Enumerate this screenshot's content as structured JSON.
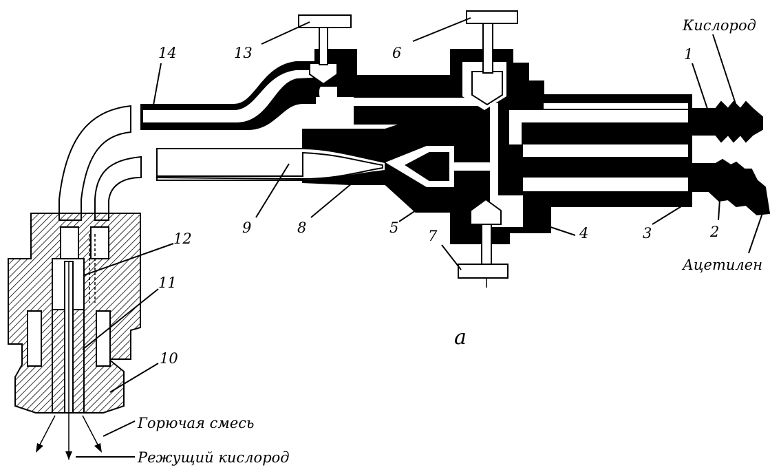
{
  "labels": {
    "n1": "1",
    "n2": "2",
    "n3": "3",
    "n4": "4",
    "n5": "5",
    "n6": "6",
    "n7": "7",
    "n8": "8",
    "n9": "9",
    "n10": "10",
    "n11": "11",
    "n12": "12",
    "n13": "13",
    "n14": "14",
    "oxygen": "Кислород",
    "acetylene": "Ацетилен",
    "fuel_mix": "Горючая смесь",
    "cutting_oxygen": "Режущий кислород",
    "figure_letter": "а"
  },
  "colors": {
    "ink": "#000000",
    "paper": "#ffffff"
  }
}
